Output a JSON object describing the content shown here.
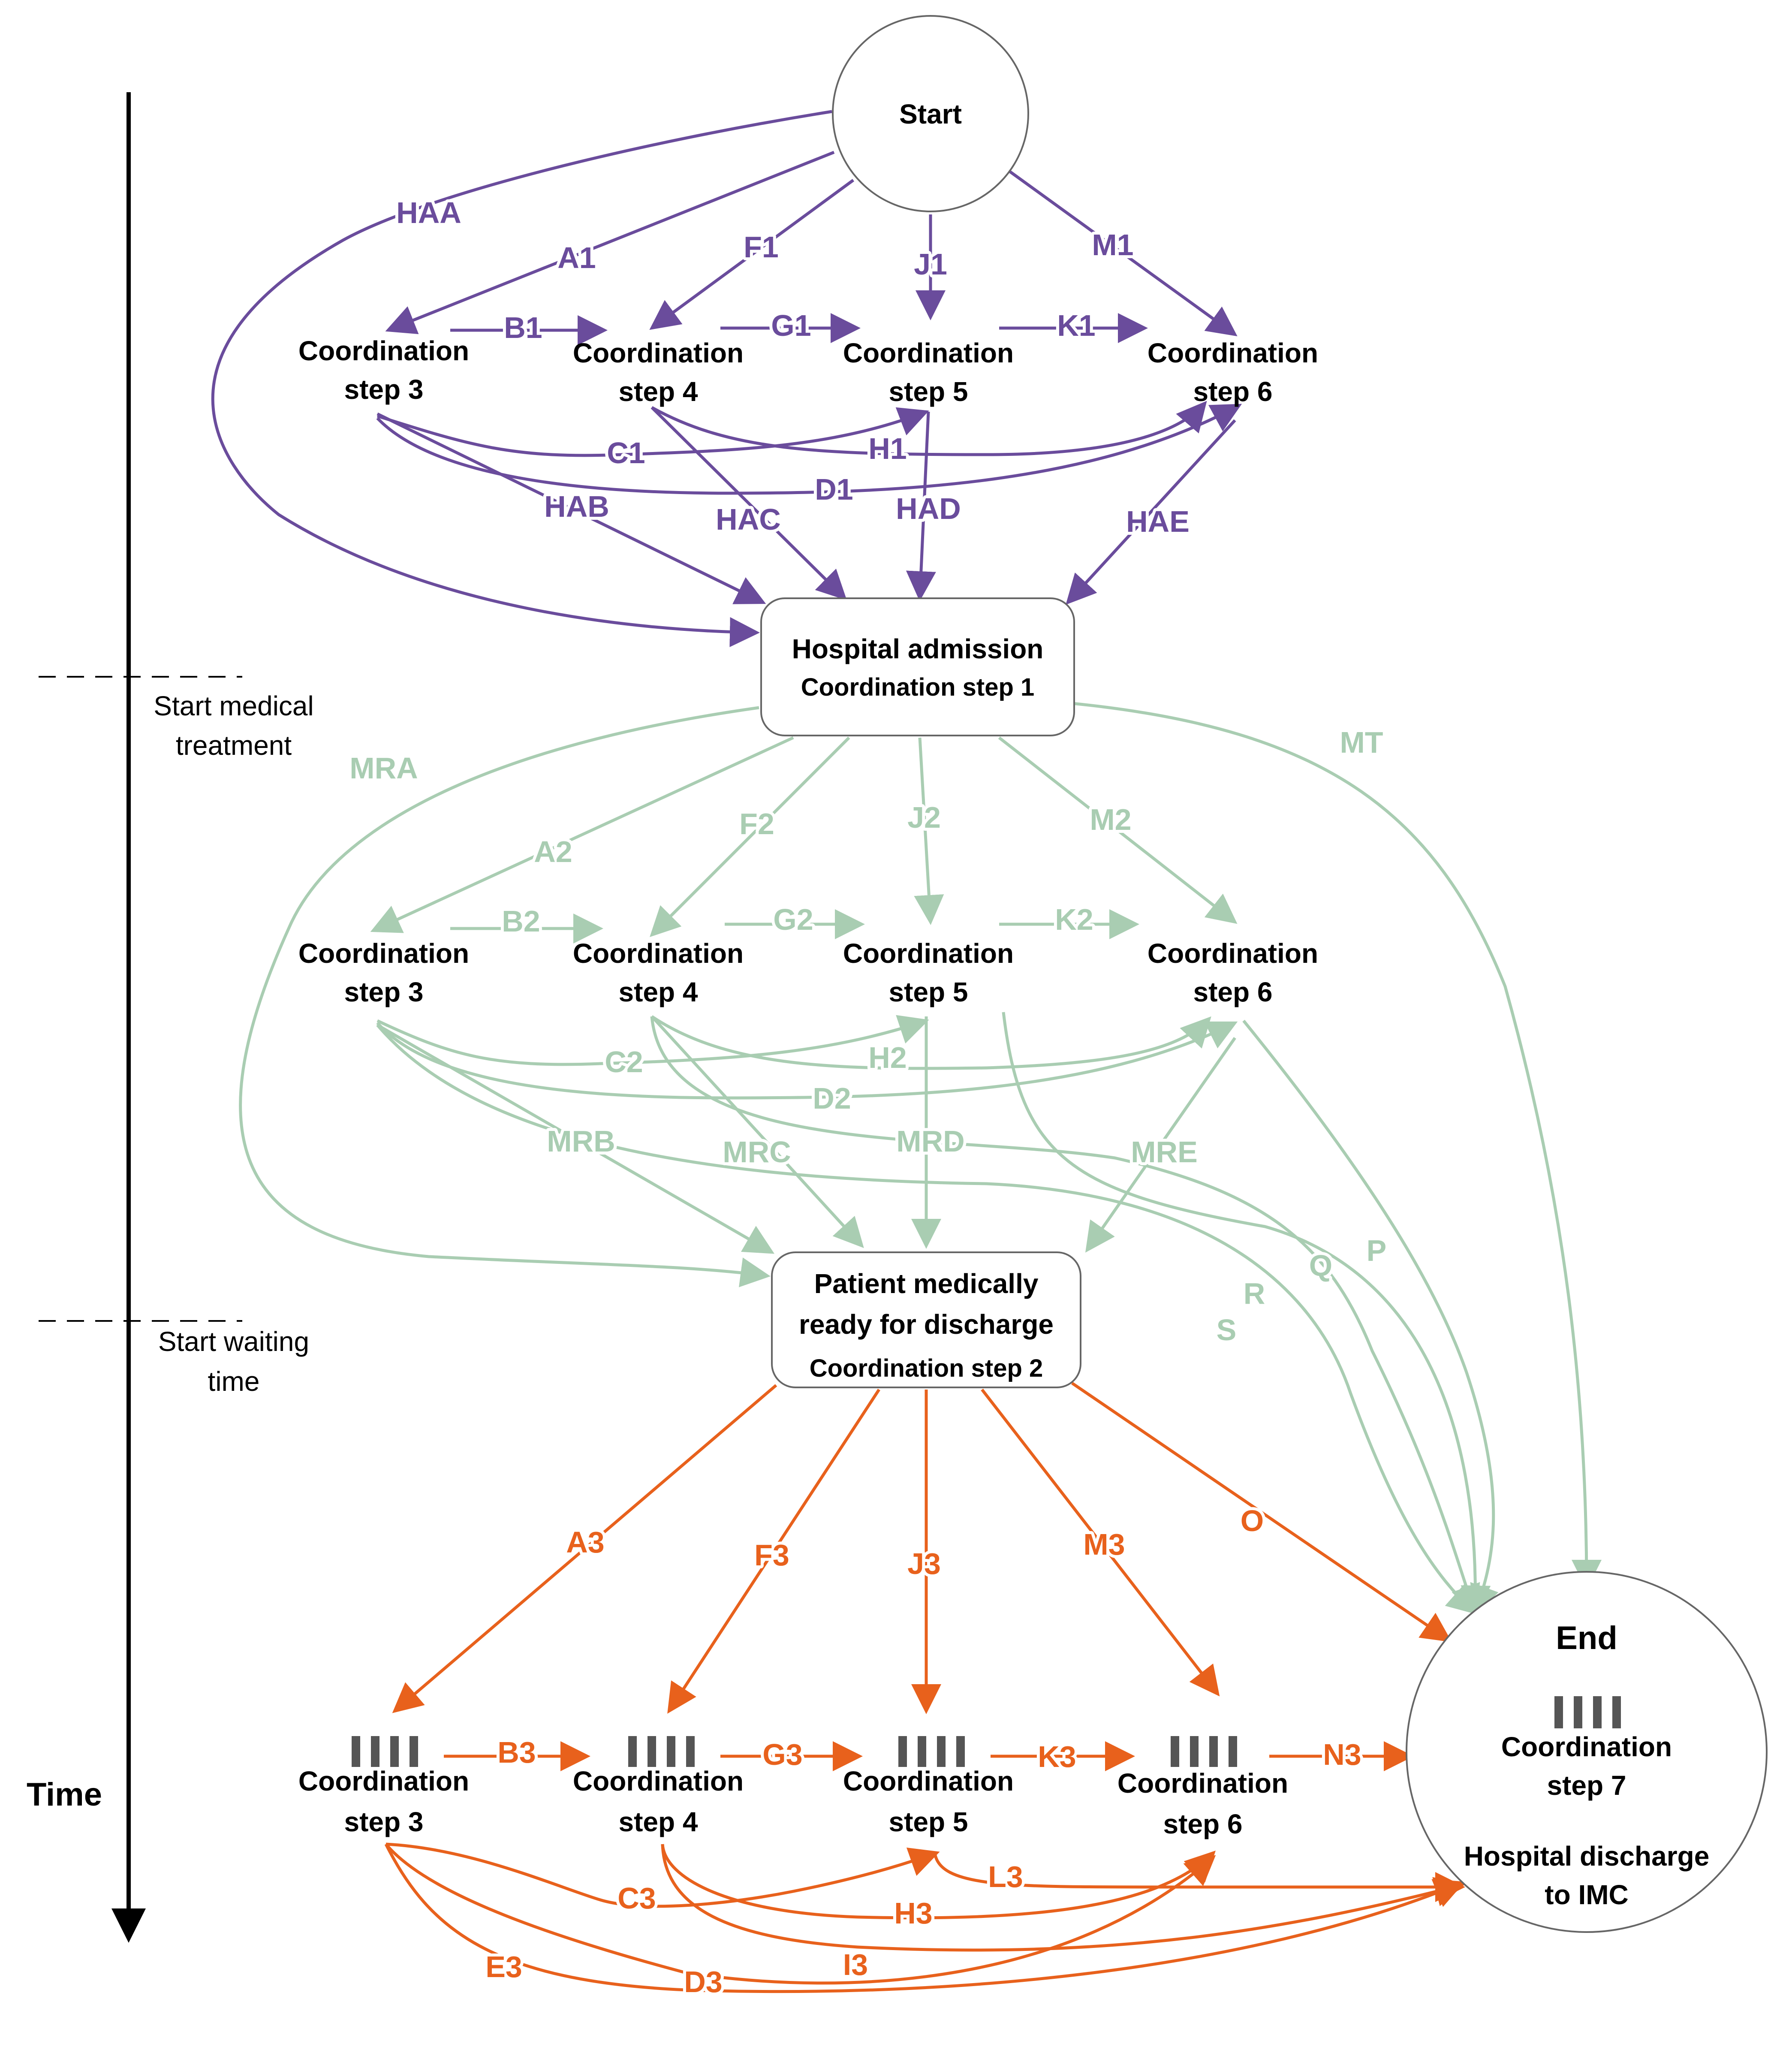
{
  "colors": {
    "phase1": "#6a4c9c",
    "phase2": "#a9cdb2",
    "phase3": "#e8611c",
    "node_border": "#666666",
    "tally": "#555555",
    "timeline": "#000000"
  },
  "nodes": {
    "start": "Start",
    "admission": {
      "line1": "Hospital admission",
      "line2": "Coordination step 1"
    },
    "medically_ready": {
      "line1": "Patient medically",
      "line2": "ready for discharge",
      "line3": "Coordination step 2"
    },
    "end": {
      "title": "End",
      "line1": "Coordination",
      "line2": "step 7",
      "line3": "Hospital discharge",
      "line4": "to IMC"
    },
    "coord_line1": "Coordination",
    "step3": "step 3",
    "step4": "step 4",
    "step5": "step 5",
    "step6": "step 6"
  },
  "timeline": {
    "label": "Time",
    "marker1": {
      "line1": "Start medical",
      "line2": "treatment"
    },
    "marker2": {
      "line1": "Start waiting",
      "line2": "time"
    }
  },
  "edges_phase1": {
    "HAA": "HAA",
    "A1": "A1",
    "F1": "F1",
    "J1": "J1",
    "M1": "M1",
    "B1": "B1",
    "G1": "G1",
    "K1": "K1",
    "C1": "C1",
    "H1": "H1",
    "D1": "D1",
    "HAB": "HAB",
    "HAC": "HAC",
    "HAD": "HAD",
    "HAE": "HAE"
  },
  "edges_phase2": {
    "MRA": "MRA",
    "MT": "MT",
    "A2": "A2",
    "F2": "F2",
    "J2": "J2",
    "M2": "M2",
    "B2": "B2",
    "G2": "G2",
    "K2": "K2",
    "C2": "C2",
    "H2": "H2",
    "D2": "D2",
    "MRB": "MRB",
    "MRC": "MRC",
    "MRD": "MRD",
    "MRE": "MRE",
    "S": "S",
    "R": "R",
    "Q": "Q",
    "P": "P"
  },
  "edges_phase3": {
    "A3": "A3",
    "F3": "F3",
    "J3": "J3",
    "M3": "M3",
    "O": "O",
    "B3": "B3",
    "G3": "G3",
    "K3": "K3",
    "N3": "N3",
    "C3": "C3",
    "H3": "H3",
    "L3": "L3",
    "E3": "E3",
    "D3": "D3",
    "I3": "I3"
  }
}
